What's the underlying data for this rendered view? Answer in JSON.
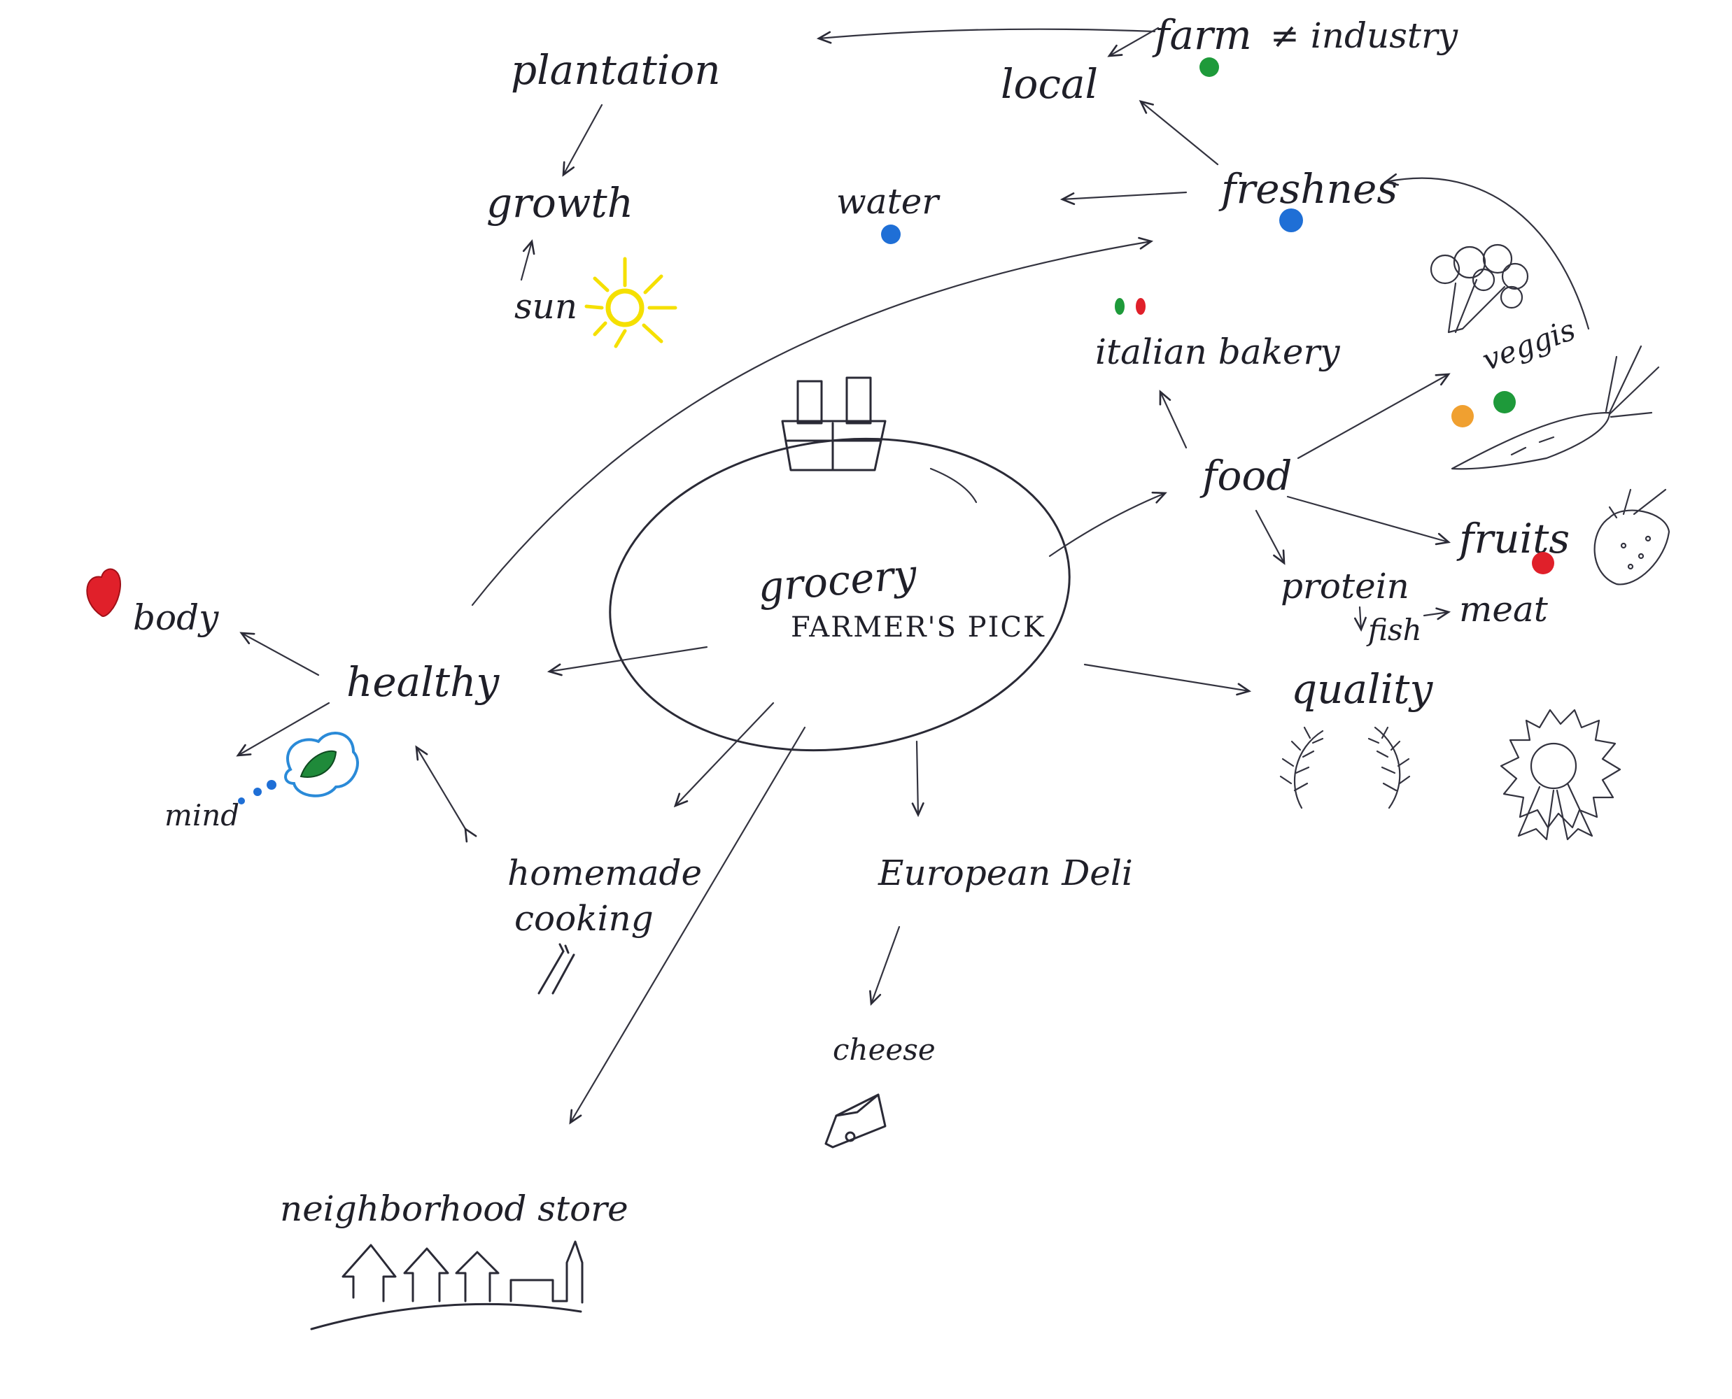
{
  "center": {
    "line1": "grocery",
    "line2": "FARMER'S PICK"
  },
  "nodes": {
    "plantation": "plantation",
    "growth": "growth",
    "sun": "sun",
    "water": "water",
    "farm": "farm",
    "industry": "≠ industry",
    "local": "local",
    "freshness": "freshnes",
    "italian_bakery": "italian bakery",
    "veggies": "veggis",
    "food": "food",
    "fruits": "fruits",
    "protein": "protein",
    "fish": "fish",
    "meat": "meat",
    "quality": "quality",
    "healthy": "healthy",
    "body": "body",
    "mind": "mind",
    "homemade": "homemade",
    "cooking": "cooking",
    "european_deli": "European Deli",
    "cheese": "cheese",
    "neighborhood_store": "neighborhood store"
  },
  "icons": [
    "basket-icon",
    "sun-icon",
    "broccoli-icon",
    "carrot-icon",
    "strawberry-icon",
    "laurel-wreath-icon",
    "award-rosette-icon",
    "heart-icon",
    "thought-bubble-leaf-icon",
    "fork-knife-icon",
    "cheese-icon",
    "houses-icon",
    "italian-flag-icon"
  ],
  "colors": {
    "ink": "#2a2a36",
    "green_dot": "#1e9a3a",
    "blue_dot": "#1f6fd6",
    "orange_dot": "#f0a030",
    "red_dot": "#e0202a",
    "sun_yellow": "#f5e000",
    "leaf_green": "#1f8a3a",
    "bubble_blue": "#2a8ad8"
  }
}
